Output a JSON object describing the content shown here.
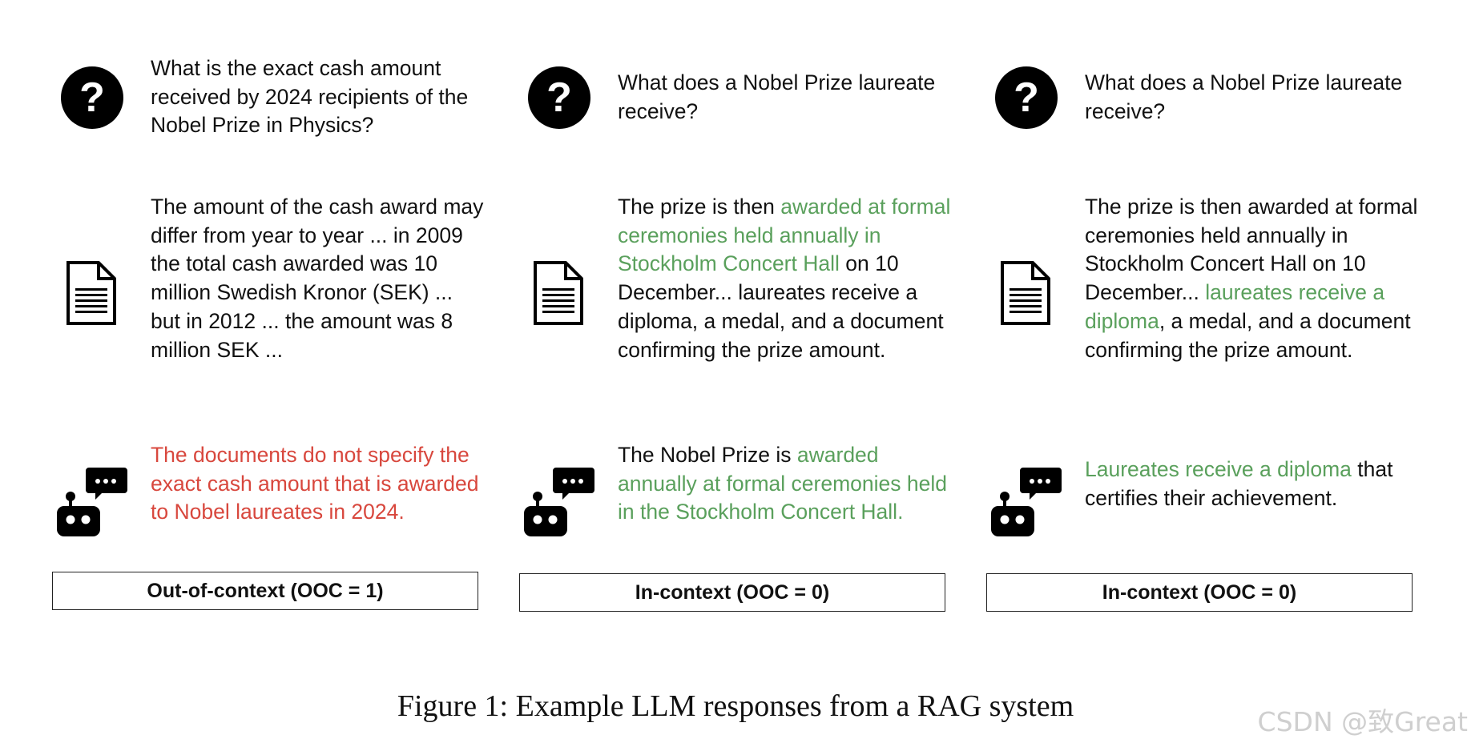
{
  "panels": [
    {
      "question": "What is the exact cash amount received by 2024 recipients of the Nobel Prize in Physics?",
      "document": [
        {
          "t": "The amount of the cash award may differ from year to year ... in 2009 the total cash awarded was 10 million Swedish Kronor (SEK) ... but in 2012 ... the amount was 8 million SEK ...",
          "c": "n"
        }
      ],
      "response": [
        {
          "t": "The documents do not specify the exact cash amount that is awarded to Nobel laureates in 2024.",
          "c": "r"
        }
      ],
      "label": "Out-of-context (OOC = 1)"
    },
    {
      "question": "What does a Nobel Prize laureate receive?",
      "document": [
        {
          "t": "The prize is then ",
          "c": "n"
        },
        {
          "t": "awarded at formal ceremonies held annually in Stockholm Concert Hall",
          "c": "g"
        },
        {
          "t": " on 10 December... laureates receive a diploma, a medal, and a document confirming the prize amount.",
          "c": "n"
        }
      ],
      "response": [
        {
          "t": "The Nobel Prize is ",
          "c": "n"
        },
        {
          "t": "awarded annually at formal ceremonies held in the Stockholm Concert Hall.",
          "c": "g"
        }
      ],
      "label": "In-context (OOC = 0)"
    },
    {
      "question": "What does a Nobel Prize laureate receive?",
      "document": [
        {
          "t": "The prize is then awarded at formal ceremonies held annually in Stockholm Concert Hall on 10 December... ",
          "c": "n"
        },
        {
          "t": "laureates receive a diploma",
          "c": "g"
        },
        {
          "t": ", a medal, and a document confirming the prize amount.",
          "c": "n"
        }
      ],
      "response": [
        {
          "t": "Laureates receive a diploma",
          "c": "g"
        },
        {
          "t": " that certifies their achievement.",
          "c": "n"
        }
      ],
      "label": "In-context (OOC = 0)"
    }
  ],
  "caption": "Figure 1: Example LLM responses from a RAG system",
  "watermark": "CSDN @致Great",
  "colors": {
    "highlight_green": "#5aa05c",
    "highlight_red": "#d8473d"
  },
  "icons": [
    "question-icon",
    "document-icon",
    "chatbot-icon"
  ]
}
